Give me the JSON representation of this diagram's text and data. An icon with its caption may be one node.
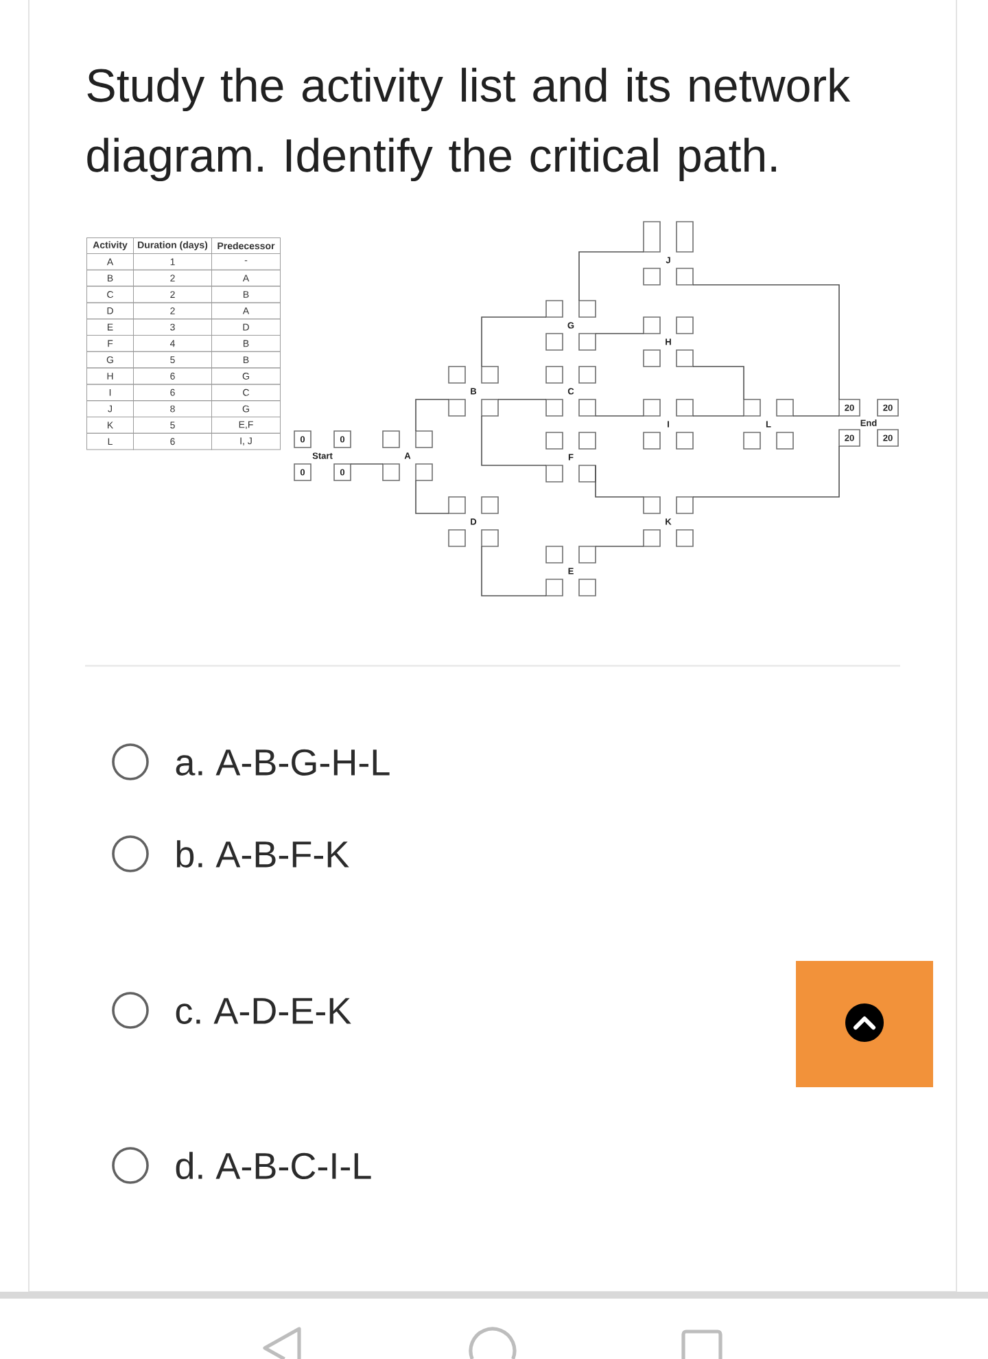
{
  "diagram": {
    "title": "Study the activity list and its network diagram. Identify the critical path.",
    "nodes": [
      {
        "text": [
          "0",
          "0",
          "Start",
          "0",
          "0"
        ]
      },
      {
        "text": [
          "A"
        ]
      },
      {
        "text": [
          "B"
        ]
      },
      {
        "text": [
          "D"
        ]
      },
      {
        "text": [
          "G"
        ]
      },
      {
        "text": [
          "C"
        ]
      },
      {
        "text": [
          "F"
        ]
      },
      {
        "text": [
          "E"
        ]
      },
      {
        "text": [
          "J"
        ]
      },
      {
        "text": [
          "H"
        ]
      },
      {
        "text": [
          "I"
        ]
      },
      {
        "text": [
          "K"
        ]
      },
      {
        "text": [
          "L"
        ]
      },
      {
        "text": [
          "20",
          "20",
          "End",
          "20",
          "20"
        ]
      }
    ],
    "edges": [
      {
        "from": 0,
        "to": 1,
        "arrow": "none"
      },
      {
        "from": 1,
        "to": 2,
        "arrow": "none"
      },
      {
        "from": 1,
        "to": 3,
        "arrow": "none"
      },
      {
        "from": 2,
        "to": 5,
        "arrow": "none"
      },
      {
        "from": 2,
        "to": 4,
        "arrow": "none"
      },
      {
        "from": 2,
        "to": 6,
        "arrow": "none"
      },
      {
        "from": 3,
        "to": 7,
        "arrow": "none"
      },
      {
        "from": 4,
        "to": 9,
        "arrow": "none"
      },
      {
        "from": 4,
        "to": 8,
        "arrow": "none"
      },
      {
        "from": 5,
        "to": 10,
        "arrow": "none"
      },
      {
        "from": 6,
        "to": 11,
        "arrow": "none"
      },
      {
        "from": 7,
        "to": 11,
        "arrow": "none"
      },
      {
        "from": 9,
        "to": 12,
        "arrow": "none"
      },
      {
        "from": 10,
        "to": 12,
        "arrow": "none"
      },
      {
        "from": 8,
        "to": 13,
        "arrow": "none"
      },
      {
        "from": 12,
        "to": 13,
        "arrow": "none"
      },
      {
        "from": 11,
        "to": 13,
        "arrow": "none"
      }
    ],
    "labels": [
      "Activity",
      "Duration (days)",
      "Predecessor",
      "A",
      "1",
      "-",
      "B",
      "2",
      "A",
      "C",
      "2",
      "B",
      "D",
      "2",
      "A",
      "E",
      "3",
      "D",
      "F",
      "4",
      "B",
      "G",
      "5",
      "B",
      "H",
      "6",
      "G",
      "I",
      "6",
      "C",
      "J",
      "8",
      "G",
      "K",
      "5",
      "E,F",
      "L",
      "6",
      "I, J",
      "a. A-B-G-H-L",
      "b. A-B-F-K",
      "c. A-D-E-K",
      "d. A-B-C-I-L"
    ]
  }
}
